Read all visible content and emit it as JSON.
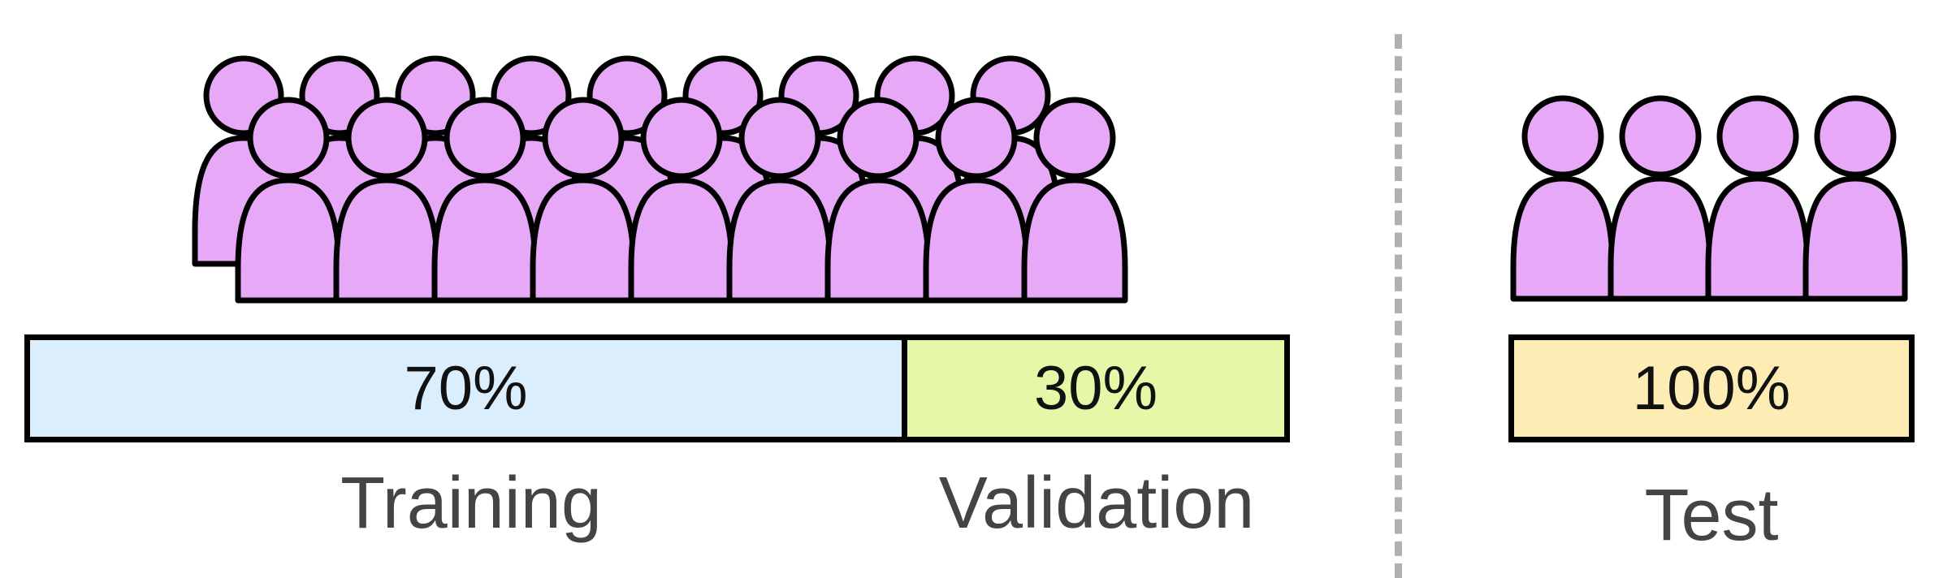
{
  "splits": [
    {
      "key": "training",
      "label": "Training",
      "percent_text": "70%",
      "share": 0.7,
      "color": "#dbeefd"
    },
    {
      "key": "validation",
      "label": "Validation",
      "percent_text": "30%",
      "share": 0.3,
      "color": "#e4f8a8"
    },
    {
      "key": "test",
      "label": "Test",
      "percent_text": "100%",
      "share": 1.0,
      "color": "#fdedb5"
    }
  ],
  "groups": {
    "train_val": {
      "back_row_count": 9,
      "front_row_count": 9
    },
    "test": {
      "row_count": 4
    }
  },
  "colors": {
    "person_fill": "#e8a8f8",
    "outline": "#000000",
    "divider": "#b0b0b0"
  },
  "icons": {
    "person": "person-icon"
  }
}
